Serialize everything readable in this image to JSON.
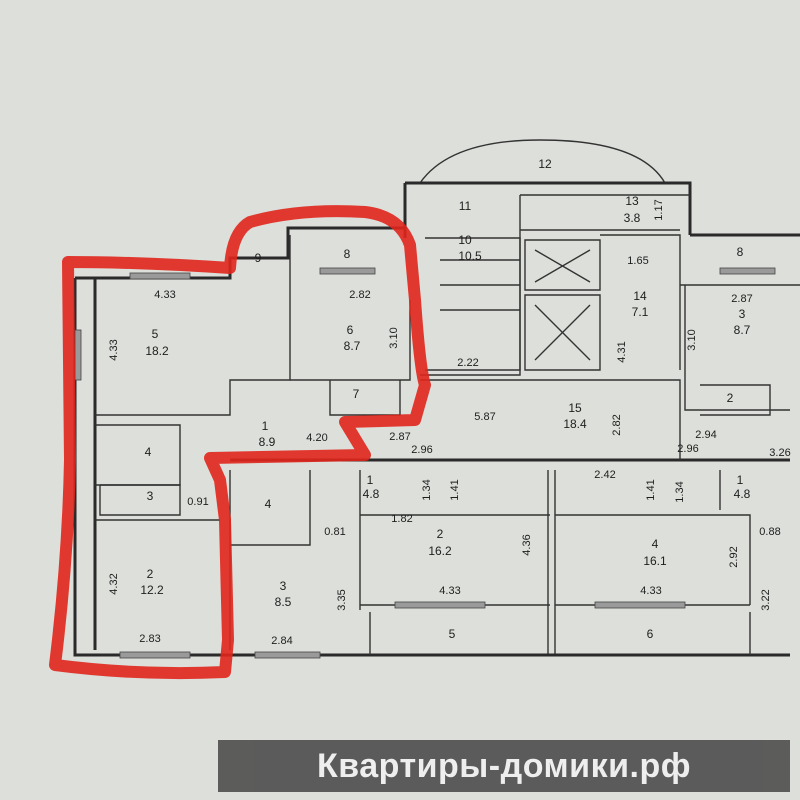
{
  "plan": {
    "labels": [
      {
        "id": "balcony-top",
        "text": "12"
      },
      {
        "id": "room-11",
        "text": "11"
      },
      {
        "id": "room-13",
        "text": "13"
      },
      {
        "id": "area-13",
        "text": "3.8"
      },
      {
        "id": "dim-1-17",
        "text": "1.17"
      },
      {
        "id": "room-10",
        "text": "10"
      },
      {
        "id": "area-10",
        "text": "10.5"
      },
      {
        "id": "dim-1-65",
        "text": "1.65"
      },
      {
        "id": "room-14",
        "text": "14"
      },
      {
        "id": "area-14",
        "text": "7.1"
      },
      {
        "id": "dim-4-31",
        "text": "4.31"
      },
      {
        "id": "dim-2-22",
        "text": "2.22"
      },
      {
        "id": "room-8-right",
        "text": "8"
      },
      {
        "id": "dim-2-87-right",
        "text": "2.87"
      },
      {
        "id": "room-3-right",
        "text": "3"
      },
      {
        "id": "area-3-right",
        "text": "8.7"
      },
      {
        "id": "dim-3-10",
        "text": "3.10"
      },
      {
        "id": "room-2-right-small",
        "text": "2"
      },
      {
        "id": "room-9",
        "text": "9"
      },
      {
        "id": "room-8-left",
        "text": "8"
      },
      {
        "id": "dim-4-33-top",
        "text": "4.33"
      },
      {
        "id": "dim-2-82-top",
        "text": "2.82"
      },
      {
        "id": "room-5",
        "text": "5"
      },
      {
        "id": "area-5",
        "text": "18.2"
      },
      {
        "id": "dim-4-33-vert",
        "text": "4.33"
      },
      {
        "id": "room-6",
        "text": "6"
      },
      {
        "id": "area-6",
        "text": "8.7"
      },
      {
        "id": "dim-3-10-left",
        "text": "3.10"
      },
      {
        "id": "room-7",
        "text": "7"
      },
      {
        "id": "room-15",
        "text": "15"
      },
      {
        "id": "area-15",
        "text": "18.4"
      },
      {
        "id": "dim-5-87",
        "text": "5.87"
      },
      {
        "id": "dim-2-82-hall",
        "text": "2.82"
      },
      {
        "id": "room-4-left",
        "text": "4"
      },
      {
        "id": "room-1-left",
        "text": "1"
      },
      {
        "id": "area-1-left",
        "text": "8.9"
      },
      {
        "id": "dim-4-20",
        "text": "4.20"
      },
      {
        "id": "dim-2-87-mid",
        "text": "2.87"
      },
      {
        "id": "dim-2-96-left",
        "text": "2.96"
      },
      {
        "id": "dim-2-94",
        "text": "2.94"
      },
      {
        "id": "dim-2-96-right",
        "text": "2.96"
      },
      {
        "id": "dim-3-26",
        "text": "3.26"
      },
      {
        "id": "room-3-left-small",
        "text": "3"
      },
      {
        "id": "dim-0-91",
        "text": "0.91"
      },
      {
        "id": "room-4-mid",
        "text": "4"
      },
      {
        "id": "room-1-mid",
        "text": "1"
      },
      {
        "id": "area-1-mid",
        "text": "4.8"
      },
      {
        "id": "dim-1-34-mid",
        "text": "1.34"
      },
      {
        "id": "dim-1-41-mid",
        "text": "1.41"
      },
      {
        "id": "dim-2-42",
        "text": "2.42"
      },
      {
        "id": "dim-1-41-right",
        "text": "1.41"
      },
      {
        "id": "dim-1-34-right",
        "text": "1.34"
      },
      {
        "id": "room-1-right",
        "text": "1"
      },
      {
        "id": "area-1-right",
        "text": "4.8"
      },
      {
        "id": "dim-1-82",
        "text": "1.82"
      },
      {
        "id": "room-2-mid",
        "text": "2"
      },
      {
        "id": "area-2-mid",
        "text": "16.2"
      },
      {
        "id": "dim-4-36",
        "text": "4.36"
      },
      {
        "id": "room-4-right",
        "text": "4"
      },
      {
        "id": "area-4-right",
        "text": "16.1"
      },
      {
        "id": "dim-2-92",
        "text": "2.92"
      },
      {
        "id": "dim-0-88",
        "text": "0.88"
      },
      {
        "id": "dim-0-81",
        "text": "0.81"
      },
      {
        "id": "room-2-left",
        "text": "2"
      },
      {
        "id": "area-2-left",
        "text": "12.2"
      },
      {
        "id": "dim-4-32",
        "text": "4.32"
      },
      {
        "id": "dim-2-83",
        "text": "2.83"
      },
      {
        "id": "room-3-mid",
        "text": "3"
      },
      {
        "id": "area-3-mid",
        "text": "8.5"
      },
      {
        "id": "dim-3-35",
        "text": "3.35"
      },
      {
        "id": "dim-2-84",
        "text": "2.84"
      },
      {
        "id": "dim-4-33-bottom-a",
        "text": "4.33"
      },
      {
        "id": "dim-4-33-bottom-b",
        "text": "4.33"
      },
      {
        "id": "dim-3-22",
        "text": "3.22"
      },
      {
        "id": "balcony-5",
        "text": "5"
      },
      {
        "id": "balcony-6",
        "text": "6"
      }
    ]
  },
  "watermark": {
    "text": "Квартиры-домики.рф"
  },
  "colors": {
    "highlight": "#e0261c",
    "paper": "#dcdfda",
    "ink": "#2a2a2a",
    "watermark_bg": "#505050"
  }
}
